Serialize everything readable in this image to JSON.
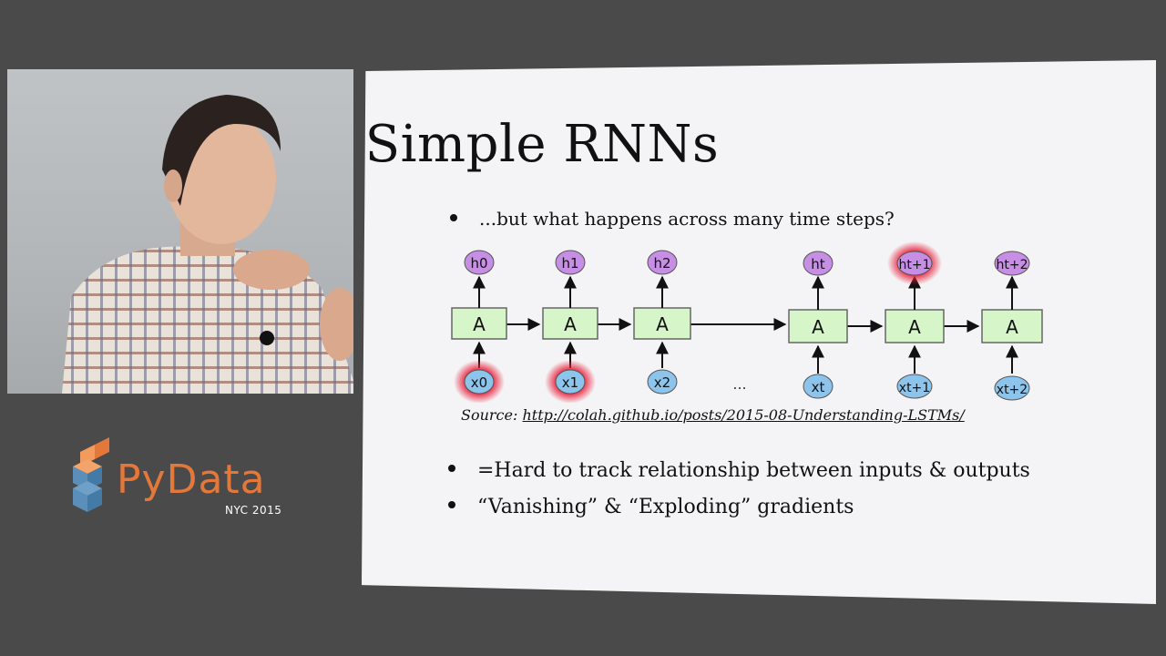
{
  "logo": {
    "word_py": "Py",
    "word_data": "Data",
    "subtitle": "NYC 2015"
  },
  "slide": {
    "title": "Simple RNNs",
    "bullets": [
      "...but what happens across many time steps?",
      "=Hard to track relationship between inputs & outputs",
      "“Vanishing” & “Exploding” gradients"
    ],
    "source_label": "Source:",
    "source_url": "http://colah.github.io/posts/2015-08-Understanding-LSTMs/",
    "diagram": {
      "cell_label": "A",
      "ellipsis": "...",
      "outputs": [
        "h0",
        "h1",
        "h2",
        "ht",
        "ht+1",
        "ht+2"
      ],
      "inputs": [
        "x0",
        "x1",
        "x2",
        "xt",
        "xt+1",
        "xt+2"
      ],
      "highlighted": [
        "h-t+1",
        "x-0",
        "x-1"
      ],
      "colors": {
        "output": "#c78ee6",
        "input": "#8cc4ec",
        "cell": "#d6f5c8",
        "highlight": "#e8203a"
      }
    }
  }
}
